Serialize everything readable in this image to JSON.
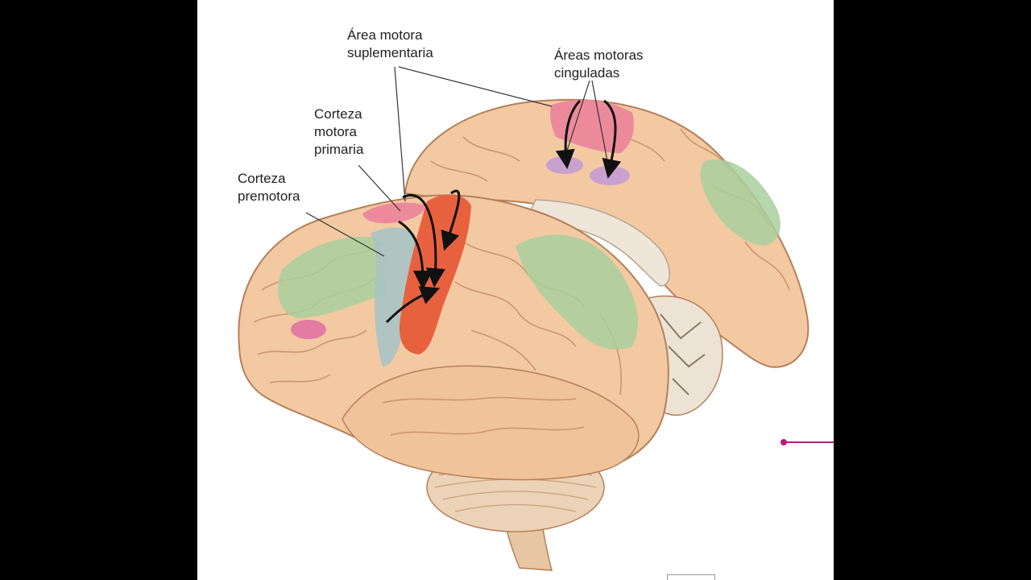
{
  "diagram": {
    "labels": {
      "supplementary_motor_area": [
        "Área motora",
        "suplementaria"
      ],
      "cingulate_motor_areas": [
        "Áreas motoras",
        "cinguladas"
      ],
      "primary_motor_cortex": [
        "Corteza",
        "motora",
        "primaria"
      ],
      "premotor_cortex": [
        "Corteza",
        "premotora"
      ]
    },
    "colors": {
      "brain_base": "#f3c9a2",
      "brain_outline": "#b5805a",
      "gyri_lines": "#c99670",
      "primary_motor": "#e8613f",
      "premotor": "#a9c3c4",
      "supplementary_motor": "#ec8a9c",
      "cingulate_motor": "#ec8a9c",
      "cingulate_purple": "#c9a1cf",
      "association_green": "#a9cf9d",
      "prefrontal_pink": "#e27ca3",
      "cerebellum": "#ecd2b6",
      "pointer": "#b1207c"
    }
  }
}
